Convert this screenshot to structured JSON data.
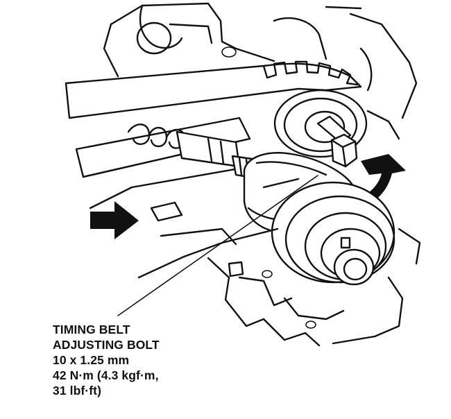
{
  "label": {
    "line1": "TIMING BELT",
    "line2": "ADJUSTING BOLT",
    "line3": "10 x 1.25 mm",
    "line4": "42 N·m (4.3 kgf·m,",
    "line5": "31 lbf·ft)"
  },
  "icons": {
    "push_arrow": "push-direction-arrow",
    "rotation_arrow": "rotation-arrow"
  },
  "colors": {
    "ink": "#111111",
    "background": "#ffffff"
  }
}
